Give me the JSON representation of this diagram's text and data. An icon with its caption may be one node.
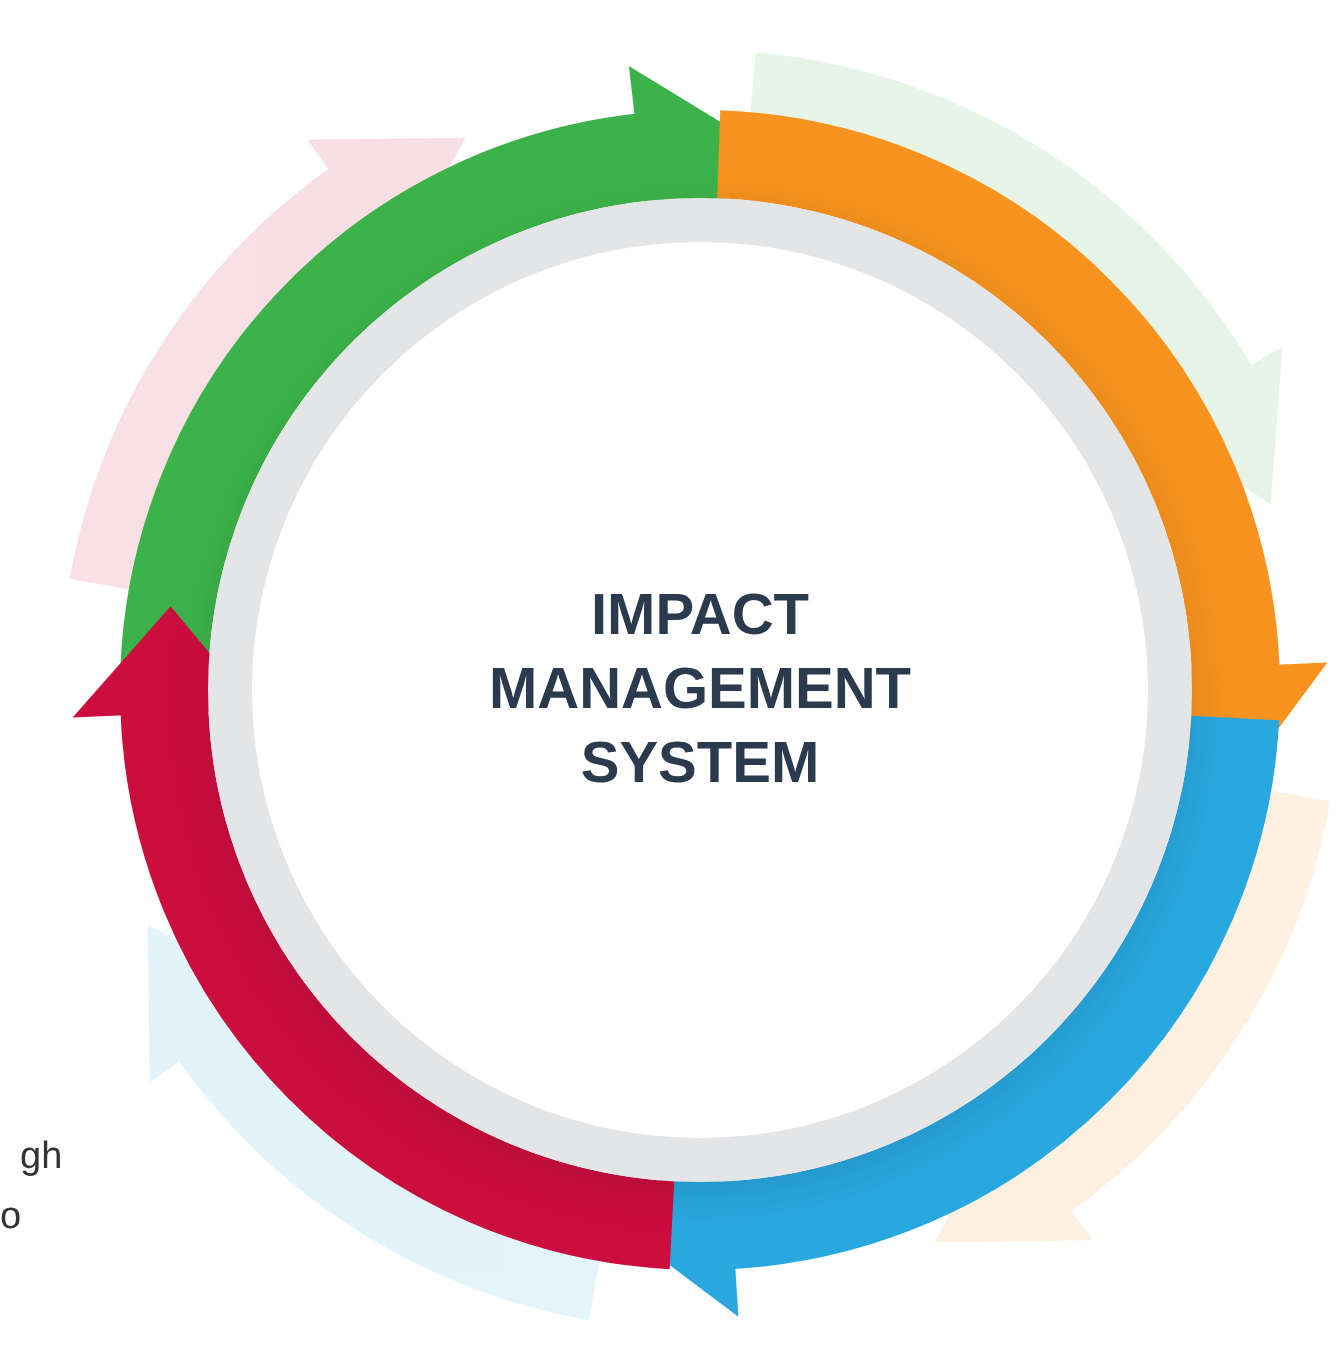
{
  "diagram": {
    "nodes": [
      {
        "text": [
          "IMPACT MANAGEMENT SYSTEM"
        ]
      }
    ],
    "labels": [
      "gh",
      "o"
    ]
  }
}
